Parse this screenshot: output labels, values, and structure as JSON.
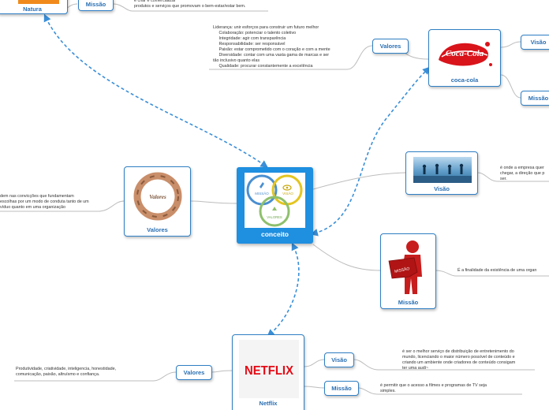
{
  "center": {
    "label": "conceito",
    "circles": {
      "missao": "MISSÃO",
      "visao": "VISÃO",
      "valores": "VALORES"
    }
  },
  "natura": {
    "label": "Natura",
    "missao": {
      "label": "Missão",
      "text": "é criar e comercializar\nprodutos e serviços que promovam o bem-estar/estar bem."
    }
  },
  "cocacola": {
    "label": "coca-cola",
    "logo_text": "Coca-Cola",
    "visao": {
      "label": "Visão"
    },
    "missao": {
      "label": "Missão"
    },
    "valores": {
      "label": "Valores",
      "text": "Liderança: unir esforços para construir um futuro melhor\n     Colaboração: potenciar o talento coletivo\n     Integridade: agir com transparência\n     Responsabilidade: ser responsável\n     Paixão: estar comprometido com o coração e com a mente\n     Diversidade: contar com uma vasta gama de marcas e ser\ntão inclusivo quanto elas\n     Qualidade: procurar constantemente a excelência"
    }
  },
  "visao_node": {
    "label": "Visão",
    "text": "é onde a empresa quer\nchegar, a direção que p\nser."
  },
  "missao_node": {
    "label": "Missão",
    "puzzle_text": "MISSÃO",
    "text": "É a finalidade da existência de uma organ"
  },
  "valores_node": {
    "label": "Valores",
    "image_text": "Valores",
    "text": "dem nas convicções que fundamentam\nescolhas por um modo de conduta tanto de um\nvíduo quanto em uma organização"
  },
  "netflix": {
    "label": "Netflix",
    "logo_text": "NETFLIX",
    "valores": {
      "label": "Valores",
      "text": "Produtividade, criatividade, inteligencia, honestidade,\ncomunicação, paixão, altruísmo e confiança."
    },
    "visao": {
      "label": "Visão",
      "text": "é ser o melhor serviço de distribuição de entretenimento do\nmundo, licenciando o maior número possível de conteúdo e\ncriando um ambiente onde criadores de conteúdo consigam\nter uma audi~"
    },
    "missao": {
      "label": "Missão",
      "text": "é permitir que o acesso a filmes e programas de TV seja\nsimples."
    }
  },
  "colors": {
    "accent": "#1f8fe0",
    "border": "#2f7fc4",
    "text": "#2a6fb3",
    "connector": "#bdbdbd",
    "relation": "#3a8fd8"
  }
}
